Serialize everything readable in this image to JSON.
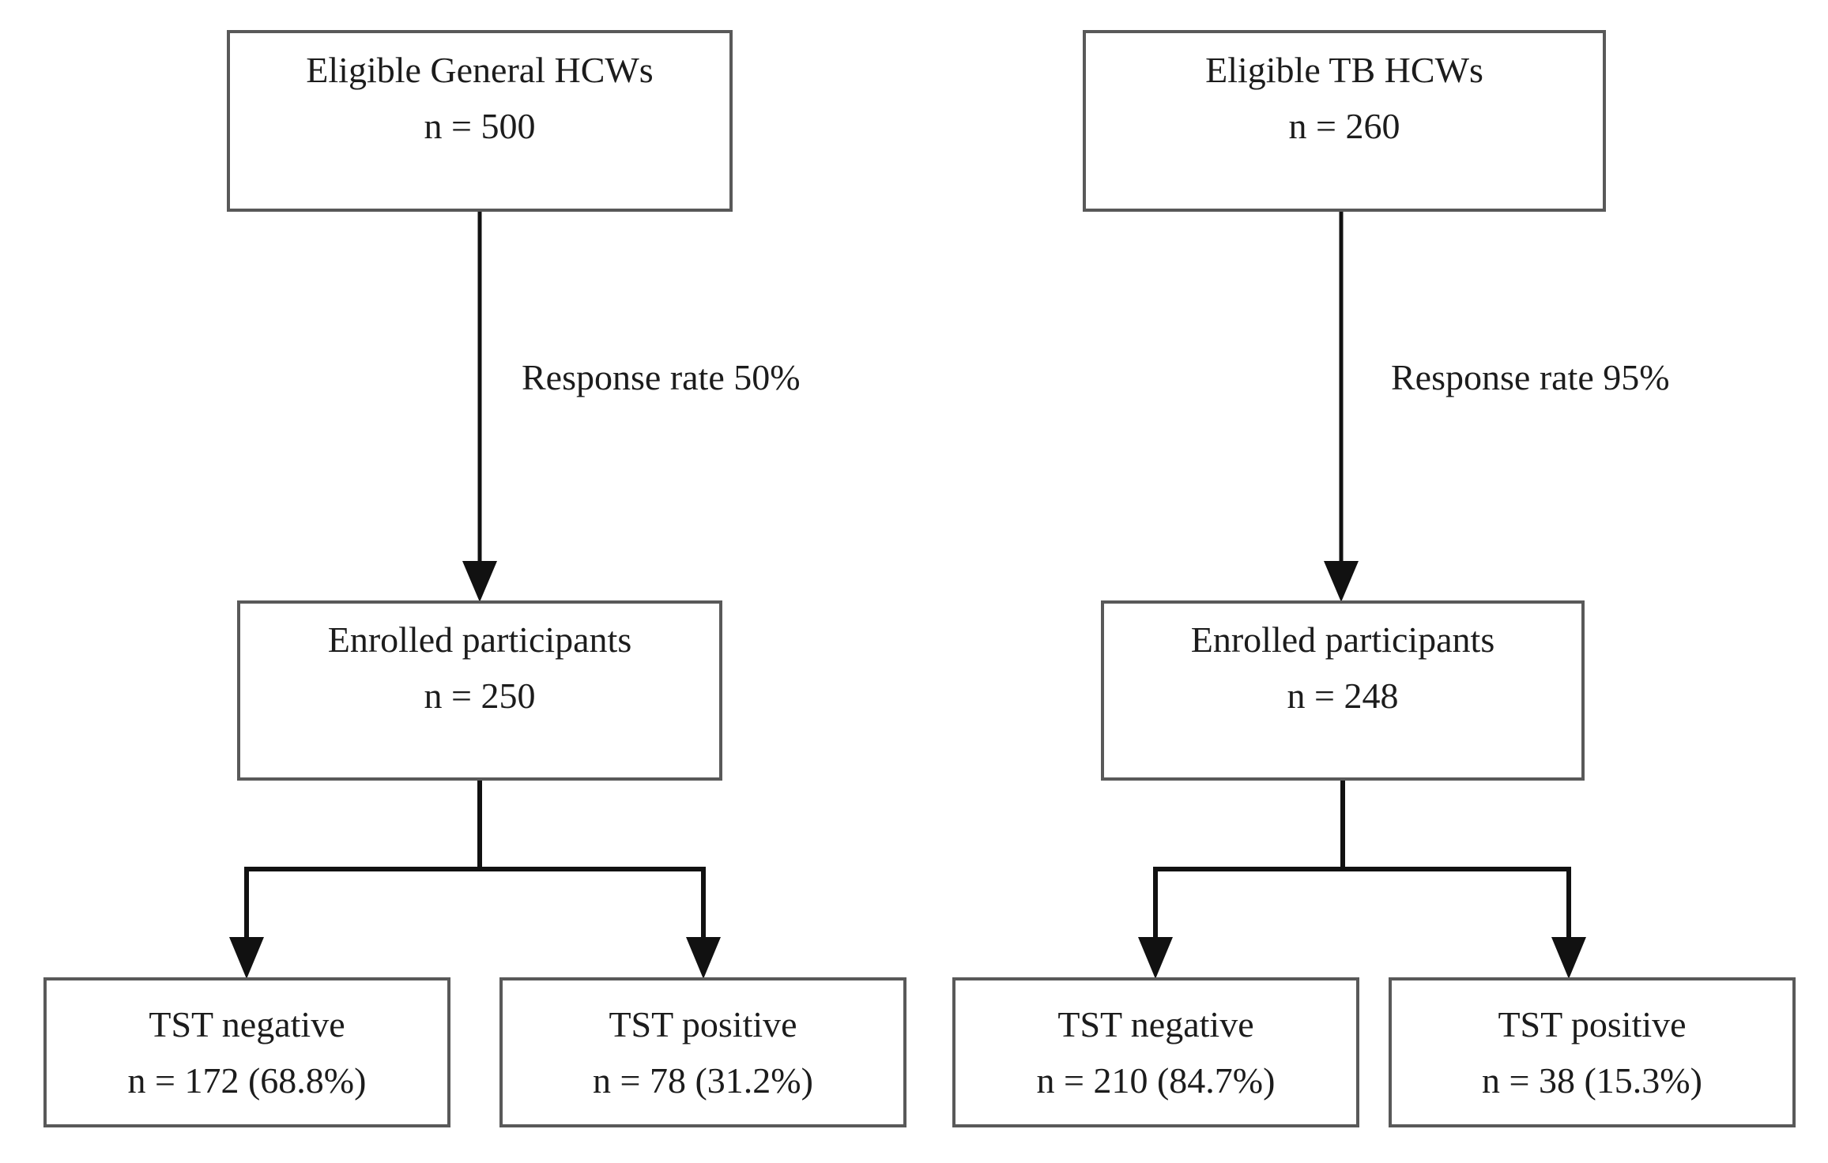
{
  "figure": {
    "type": "participant-flow-diagram",
    "colors": {
      "background": "#ffffff",
      "text": "#1c1c1c",
      "box_border": "#595959",
      "connector": "#111111"
    }
  },
  "flows": [
    {
      "name": "general-hcws",
      "eligible": {
        "title": "Eligible General HCWs",
        "count": "n = 500"
      },
      "response_rate_label": "Response rate 50%",
      "enrolled": {
        "title": "Enrolled participants",
        "count": "n = 250"
      },
      "tst_negative": {
        "title": "TST negative",
        "count": "n = 172 (68.8%)"
      },
      "tst_positive": {
        "title": "TST positive",
        "count": "n = 78 (31.2%)"
      }
    },
    {
      "name": "tb-hcws",
      "eligible": {
        "title": "Eligible TB HCWs",
        "count": "n = 260"
      },
      "response_rate_label": "Response rate 95%",
      "enrolled": {
        "title": "Enrolled participants",
        "count": "n = 248"
      },
      "tst_negative": {
        "title": "TST negative",
        "count": "n = 210 (84.7%)"
      },
      "tst_positive": {
        "title": "TST positive",
        "count": "n = 38 (15.3%)"
      }
    }
  ]
}
